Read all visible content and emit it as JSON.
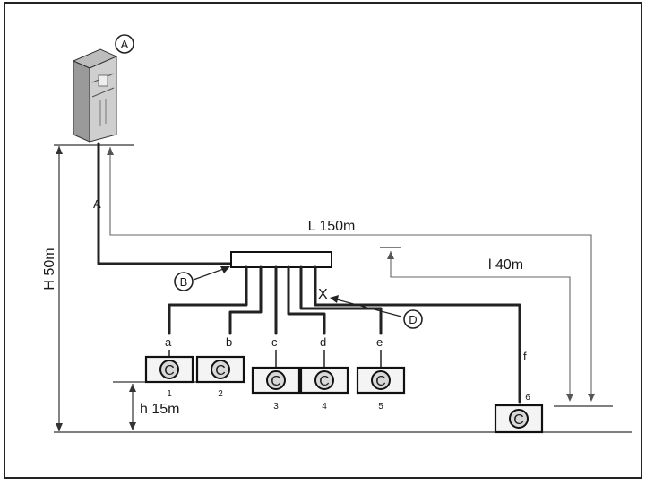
{
  "labels": {
    "outdoor_unit": "A",
    "branch_unit": "B",
    "indoor_unit_symbol": "C",
    "branch_header": "D",
    "pipe_main": "A",
    "total_length": "L 150m",
    "height_total": "H 50m",
    "height_indoor": "h 15m",
    "farthest_length": "l 40m",
    "cross_mark": "X"
  },
  "branches": [
    {
      "pipe": "a",
      "unit": "1"
    },
    {
      "pipe": "b",
      "unit": "2"
    },
    {
      "pipe": "c",
      "unit": "3"
    },
    {
      "pipe": "d",
      "unit": "4"
    },
    {
      "pipe": "e",
      "unit": "5"
    },
    {
      "pipe": "f",
      "unit": "6"
    }
  ]
}
